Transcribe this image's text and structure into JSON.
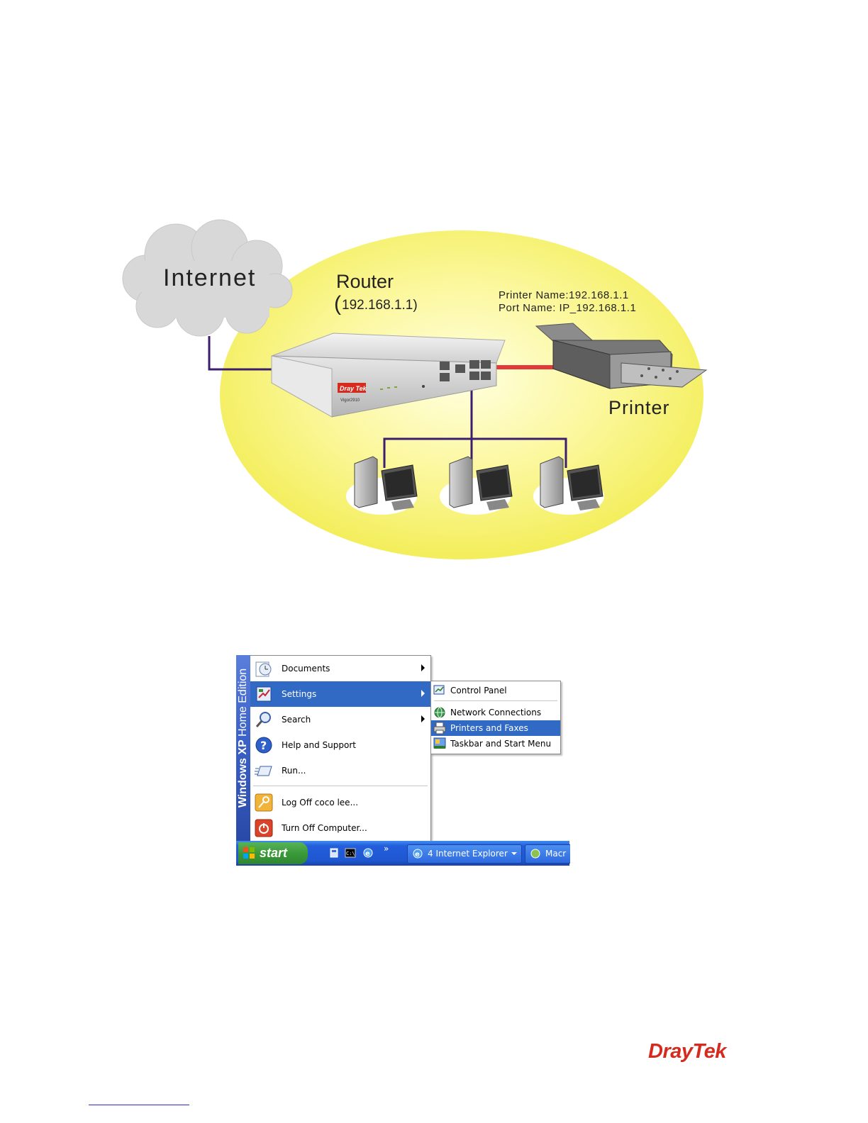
{
  "diagram": {
    "internet_label": "Internet",
    "router_label": "Router",
    "router_ip_open": "(",
    "router_ip": "192.168.1.1)",
    "printer_name_line": "Printer Name:192.168.1.1",
    "port_name_line": "Port Name: IP_192.168.1.1",
    "printer_label": "Printer",
    "router_brand": "Dray Tek",
    "router_model": "Vigor2910",
    "colors": {
      "ellipse": "#f6f37a",
      "cloud": "#d9d9d9",
      "lan_line": "#3b1f6e",
      "printer_line": "#e23a3a"
    }
  },
  "start_menu": {
    "side_banner_bold": "Windows XP",
    "side_banner_rest": "Home Edition",
    "items": [
      {
        "label": "Documents",
        "icon": "documents-icon",
        "has_submenu": true
      },
      {
        "label": "Settings",
        "icon": "settings-icon",
        "has_submenu": true,
        "selected": true
      },
      {
        "label": "Search",
        "icon": "search-icon",
        "has_submenu": true
      },
      {
        "label": "Help and Support",
        "icon": "help-icon",
        "has_submenu": false
      },
      {
        "label": "Run...",
        "icon": "run-icon",
        "has_submenu": false
      },
      {
        "label": "Log Off coco lee...",
        "icon": "key-icon",
        "has_submenu": false
      },
      {
        "label": "Turn Off Computer...",
        "icon": "power-icon",
        "has_submenu": false
      }
    ],
    "settings_submenu": [
      {
        "label": "Control Panel",
        "icon": "control-panel-icon"
      },
      {
        "label": "Network Connections",
        "icon": "network-icon"
      },
      {
        "label": "Printers and Faxes",
        "icon": "printer-icon",
        "selected": true
      },
      {
        "label": "Taskbar and Start Menu",
        "icon": "taskbar-icon"
      }
    ],
    "selection_color": "#316ac5"
  },
  "taskbar": {
    "start_label": "start",
    "quick_launch_more": "»",
    "task_ie": "4 Internet Explorer",
    "task_macro": "Macr"
  },
  "footer": {
    "logo_dray": "Dray",
    "logo_tek": "Tek",
    "brand_color": "#d52b1e"
  }
}
